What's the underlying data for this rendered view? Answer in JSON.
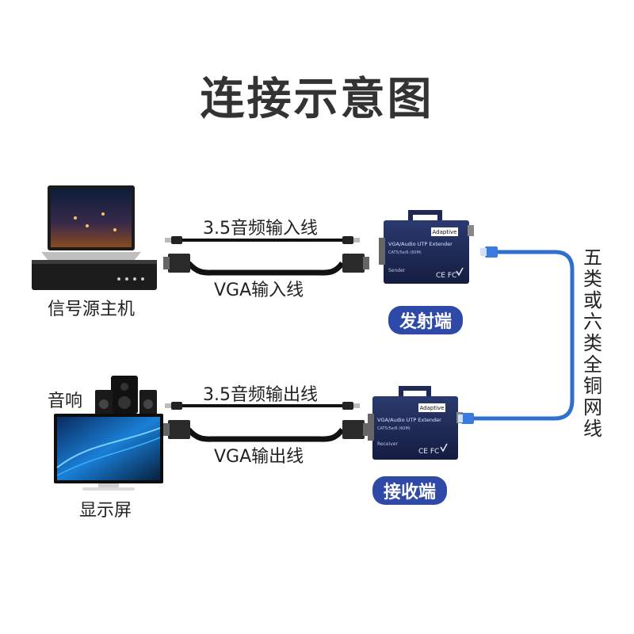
{
  "title": "连接示意图",
  "source": {
    "label": "信号源主机",
    "audio_cable_label": "3.5音频输入线",
    "vga_cable_label": "VGA输入线"
  },
  "sender": {
    "badge": "发射端",
    "device_badge": "Adaptive",
    "device_name": "VGA/Audio UTP Extender",
    "device_sub": "CAT5/5e/6 (60M)",
    "device_role": "Sender",
    "cert_marks": "CE FC"
  },
  "receiver": {
    "badge": "接收端",
    "device_badge": "Adaptive",
    "device_name": "VGA/Audio UTP Extender",
    "device_sub": "CAT5/5e/6 (60M)",
    "device_role": "Receiver",
    "cert_marks": "CE FC"
  },
  "network_cable_label": "五类或六类全铜网线",
  "speaker_label": "音响",
  "audio_out_label": "3.5音频输出线",
  "vga_out_label": "VGA输出线",
  "display_label": "显示屏",
  "colors": {
    "badge_bg": "#2f49a8",
    "network_cable": "#2f6fd0",
    "device_body": "#1e2a55"
  }
}
